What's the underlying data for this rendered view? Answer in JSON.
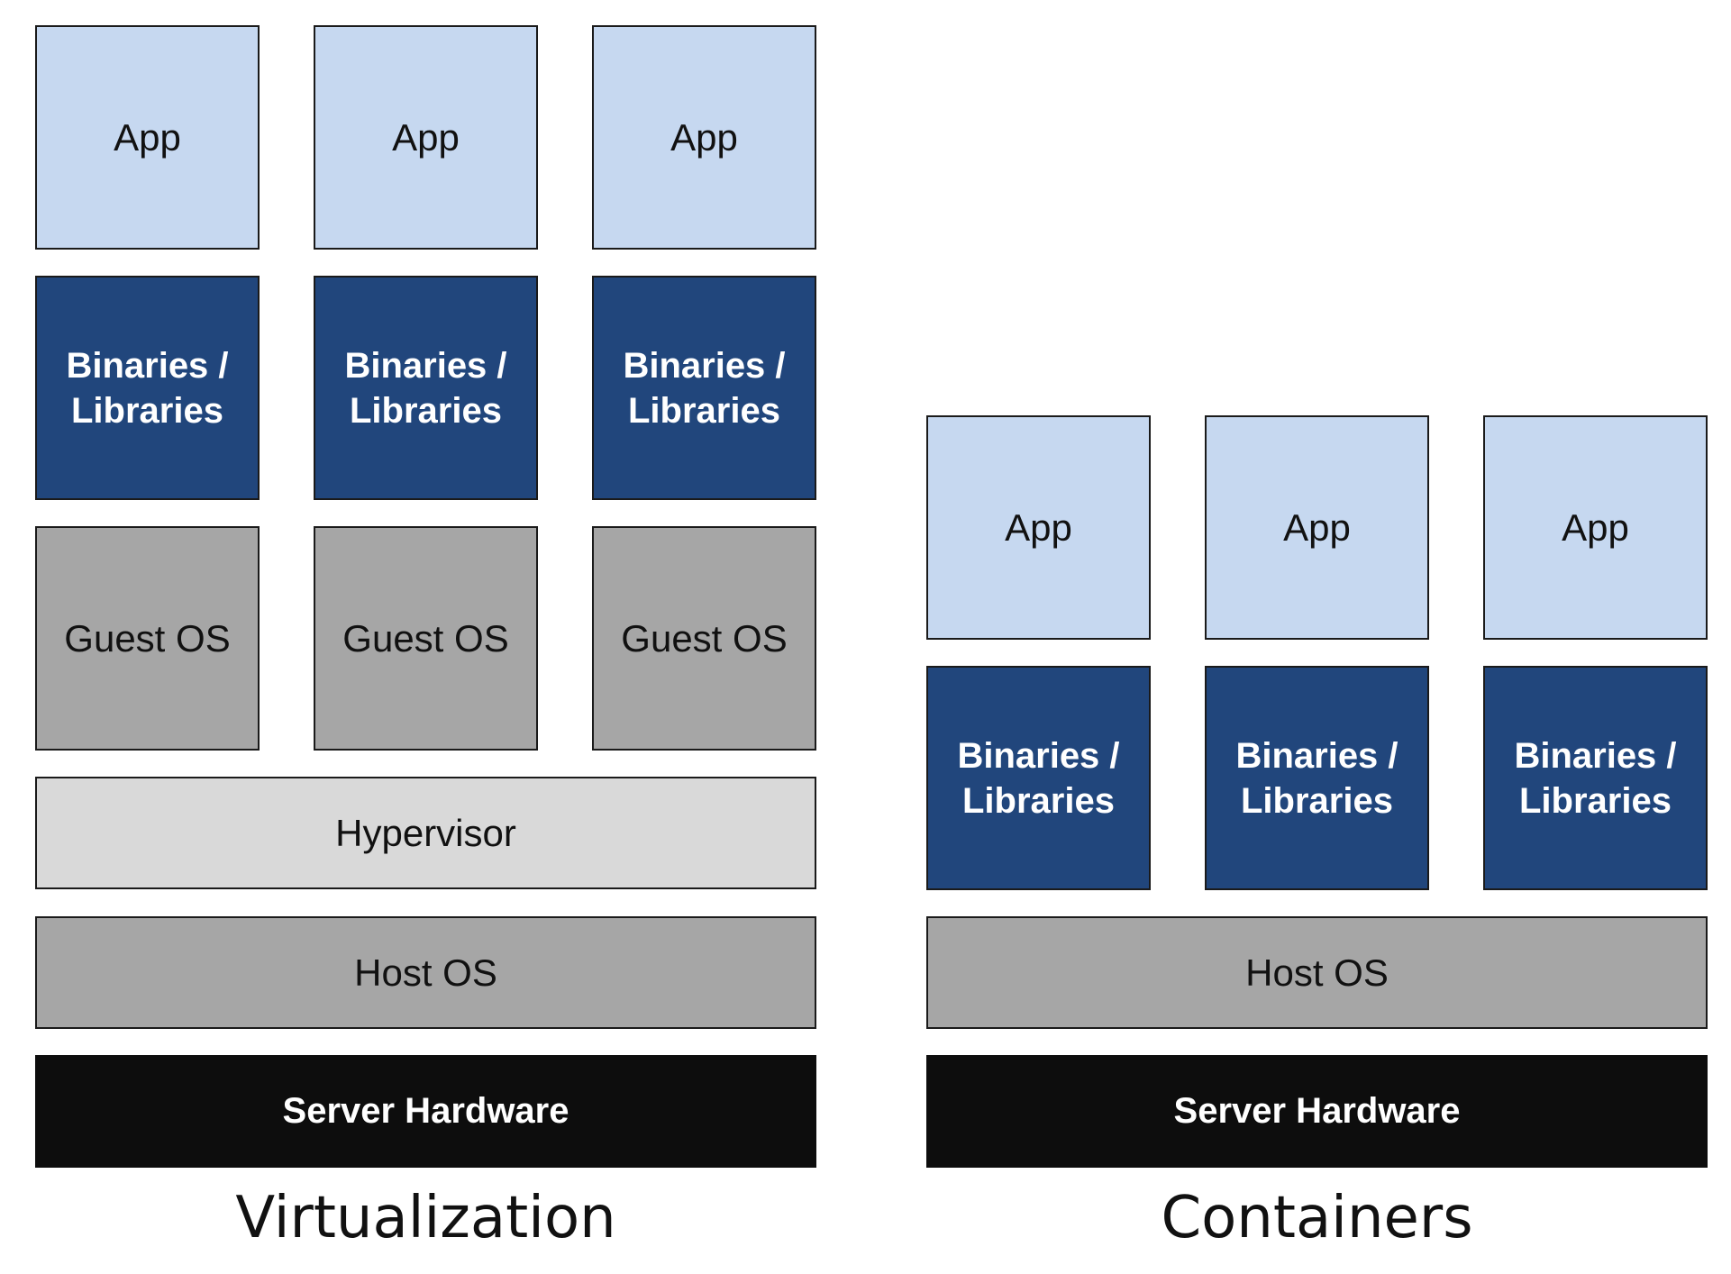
{
  "virtualization": {
    "caption": "Virtualization",
    "apps": [
      "App",
      "App",
      "App"
    ],
    "binaries": [
      {
        "line1": "Binaries /",
        "line2": "Libraries"
      },
      {
        "line1": "Binaries /",
        "line2": "Libraries"
      },
      {
        "line1": "Binaries /",
        "line2": "Libraries"
      }
    ],
    "guest_os": [
      "Guest OS",
      "Guest OS",
      "Guest OS"
    ],
    "hypervisor": "Hypervisor",
    "host_os": "Host OS",
    "server_hardware": "Server Hardware"
  },
  "containers": {
    "caption": "Containers",
    "apps": [
      "App",
      "App",
      "App"
    ],
    "binaries": [
      {
        "line1": "Binaries /",
        "line2": "Libraries"
      },
      {
        "line1": "Binaries /",
        "line2": "Libraries"
      },
      {
        "line1": "Binaries /",
        "line2": "Libraries"
      }
    ],
    "host_os": "Host OS",
    "server_hardware": "Server Hardware"
  },
  "colors": {
    "app": "#c6d8f0",
    "binaries": "#21467c",
    "guest_os": "#a6a6a6",
    "hypervisor": "#d9d9d9",
    "host_os": "#a6a6a6",
    "server_hardware": "#0d0d0d"
  }
}
